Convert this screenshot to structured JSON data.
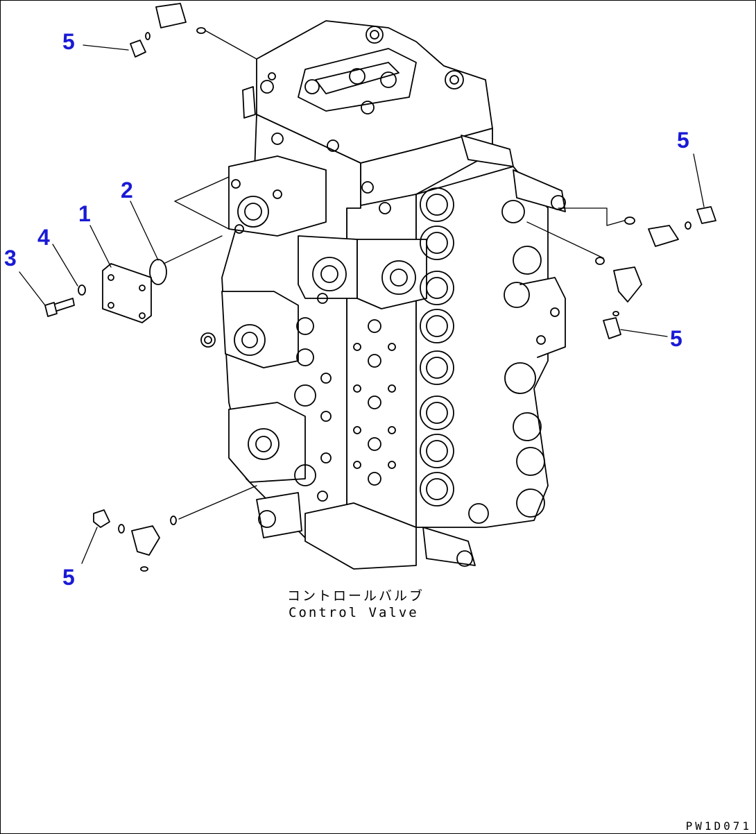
{
  "callouts": [
    {
      "id": "c5a",
      "label": "5"
    },
    {
      "id": "c2",
      "label": "2"
    },
    {
      "id": "c1",
      "label": "1"
    },
    {
      "id": "c4",
      "label": "4"
    },
    {
      "id": "c3",
      "label": "3"
    },
    {
      "id": "c5b",
      "label": "5"
    },
    {
      "id": "c5c",
      "label": "5"
    },
    {
      "id": "c5d",
      "label": "5"
    }
  ],
  "caption": {
    "japanese": "コントロールバルブ",
    "english": "Control Valve"
  },
  "drawing_id": "PW1D071",
  "colors": {
    "callout": "#1a1ad6",
    "line": "#000000"
  }
}
